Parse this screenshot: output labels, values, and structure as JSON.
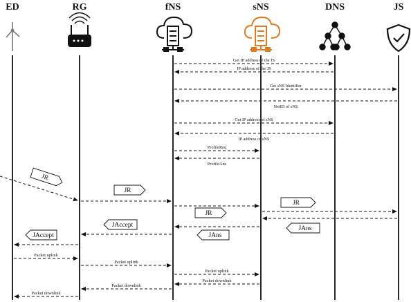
{
  "actors": [
    {
      "id": "ED",
      "label": "ED",
      "icon": "wind-turbine-icon"
    },
    {
      "id": "RG",
      "label": "RG",
      "icon": "router-icon"
    },
    {
      "id": "fNS",
      "label": "fNS",
      "icon": "cloud-server-icon"
    },
    {
      "id": "sNS",
      "label": "sNS",
      "icon": "cloud-server-icon",
      "accent": "#e07b1e"
    },
    {
      "id": "DNS",
      "label": "DNS",
      "icon": "network-tree-icon"
    },
    {
      "id": "JS",
      "label": "JS",
      "icon": "shield-check-icon"
    }
  ],
  "messages": [
    {
      "from": "fNS",
      "to": "DNS",
      "label": "Get IP address of the JS"
    },
    {
      "from": "DNS",
      "to": "fNS",
      "label": "IP address of the JS"
    },
    {
      "from": "fNS",
      "to": "JS",
      "label": "Get sNS Identifier"
    },
    {
      "from": "JS",
      "to": "fNS",
      "label": "NetID of  sNS"
    },
    {
      "from": "fNS",
      "to": "DNS",
      "label": "Get IP address  of sNS"
    },
    {
      "from": "DNS",
      "to": "fNS",
      "label": "IP address  of  sNS"
    },
    {
      "from": "fNS",
      "to": "sNS",
      "label": "ProfileReq"
    },
    {
      "from": "sNS",
      "to": "fNS",
      "label": "ProfileAns"
    },
    {
      "from": "ED",
      "to": "RG",
      "label": "JR"
    },
    {
      "from": "RG",
      "to": "fNS",
      "label": "JR"
    },
    {
      "from": "fNS",
      "to": "sNS",
      "label": "JR"
    },
    {
      "from": "sNS",
      "to": "JS",
      "label": "JR"
    },
    {
      "from": "JS",
      "to": "sNS",
      "label": "JAns"
    },
    {
      "from": "sNS",
      "to": "fNS",
      "label": "JAns"
    },
    {
      "from": "fNS",
      "to": "RG",
      "label": "JAccept"
    },
    {
      "from": "RG",
      "to": "ED",
      "label": "JAccept"
    },
    {
      "from": "ED",
      "to": "RG",
      "label": "Packet uplink"
    },
    {
      "from": "RG",
      "to": "fNS",
      "label": "Packet uplink"
    },
    {
      "from": "fNS",
      "to": "sNS",
      "label": "Packet uplink"
    },
    {
      "from": "sNS",
      "to": "fNS",
      "label": "Packet downlink"
    },
    {
      "from": "fNS",
      "to": "RG",
      "label": "Packet downlink"
    },
    {
      "from": "RG",
      "to": "ED",
      "label": "Packet downlink"
    }
  ],
  "colors": {
    "line": "#111111",
    "accent": "#e07b1e"
  }
}
